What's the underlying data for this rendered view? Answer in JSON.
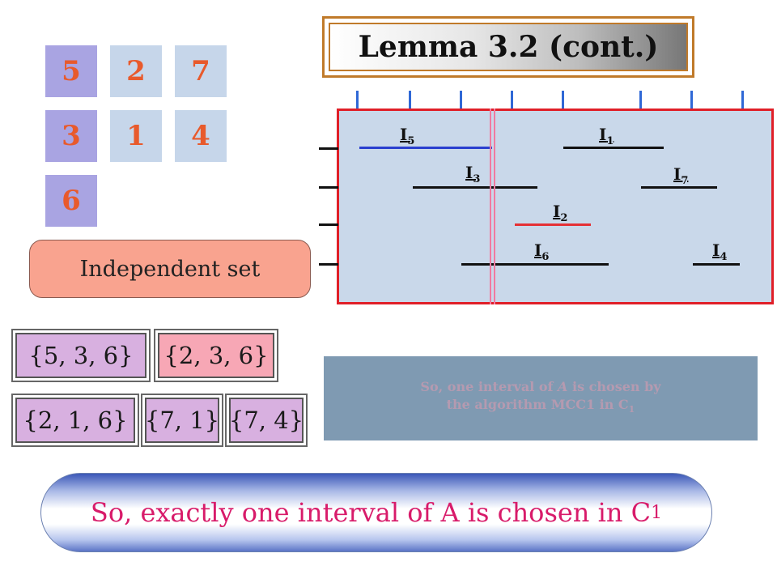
{
  "title": "Lemma 3.2 (cont.)",
  "tiles": [
    {
      "value": "5",
      "highlighted": true
    },
    {
      "value": "2",
      "highlighted": false
    },
    {
      "value": "7",
      "highlighted": false
    },
    {
      "value": "3",
      "highlighted": true
    },
    {
      "value": "1",
      "highlighted": false
    },
    {
      "value": "4",
      "highlighted": false
    },
    {
      "value": "6",
      "highlighted": true
    }
  ],
  "independent_set_label": "Independent set",
  "intervals": [
    {
      "name": "I",
      "index": "5",
      "color": "#2a3fcf"
    },
    {
      "name": "I",
      "index": "1",
      "color": "#111111"
    },
    {
      "name": "I",
      "index": "3",
      "color": "#111111"
    },
    {
      "name": "I",
      "index": "7",
      "color": "#111111"
    },
    {
      "name": "I",
      "index": "2",
      "color": "#e53035"
    },
    {
      "name": "I",
      "index": "6",
      "color": "#111111"
    },
    {
      "name": "I",
      "index": "4",
      "color": "#111111"
    }
  ],
  "sets": [
    "{5, 3, 6}",
    "{2, 3, 6}",
    "{2, 1, 6}",
    "{7, 1}",
    "{7, 4}"
  ],
  "note": {
    "line1_pre": "So, one interval of ",
    "line1_var": "A",
    "line1_post": " is chosen by",
    "line2": "the algorithm MCC1 in C",
    "line2_sub": "1"
  },
  "conclusion": {
    "text": "So, exactly one interval of A is chosen in C",
    "sub": "1"
  },
  "colors": {
    "tile_number": "#e85a2c",
    "tile_bg": "#c6d6ea",
    "tile_highlight": "#a9a4e2",
    "diagram_border": "#e01f28",
    "tick": "#2f68d6",
    "conclusion_text": "#d81b6a"
  }
}
